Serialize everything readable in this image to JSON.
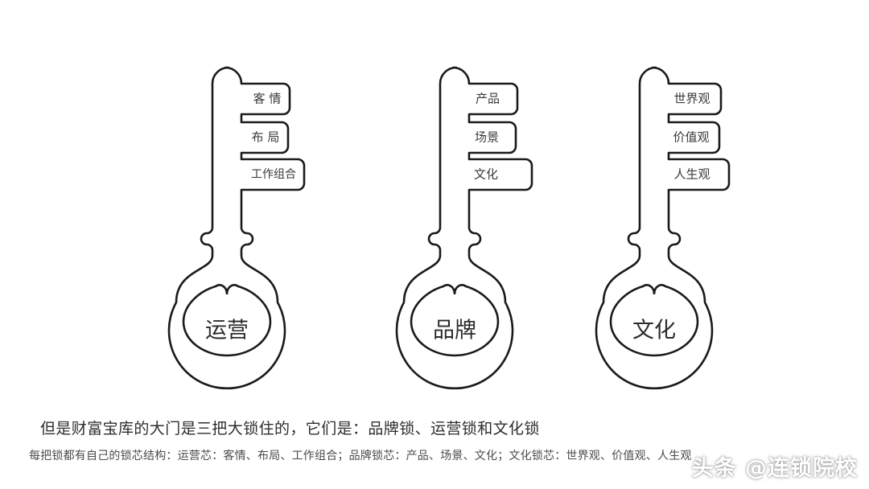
{
  "page": {
    "background": "#ffffff",
    "stroke_color": "#1a1a1a",
    "text_color": "#2e2e2e"
  },
  "diagram": {
    "type": "key-diagram",
    "keys": [
      {
        "bow_label": "运营",
        "teeth": [
          "客 情",
          "布 局",
          "工作组合"
        ]
      },
      {
        "bow_label": "品牌",
        "teeth": [
          "产品",
          "场景",
          "文化"
        ]
      },
      {
        "bow_label": "文化",
        "teeth": [
          "世界观",
          "价值观",
          "人生观"
        ]
      }
    ]
  },
  "captions": {
    "main": "但是财富宝库的大门是三把大锁住的，它们是：品牌锁、运营锁和文化锁",
    "sub": "每把锁都有自己的锁芯结构：运营芯：客情、布局、工作组合；品牌锁芯：产品、场景、文化；文化锁芯：世界观、价值观、人生观"
  },
  "watermark": {
    "text": "头条 @连锁院校"
  }
}
